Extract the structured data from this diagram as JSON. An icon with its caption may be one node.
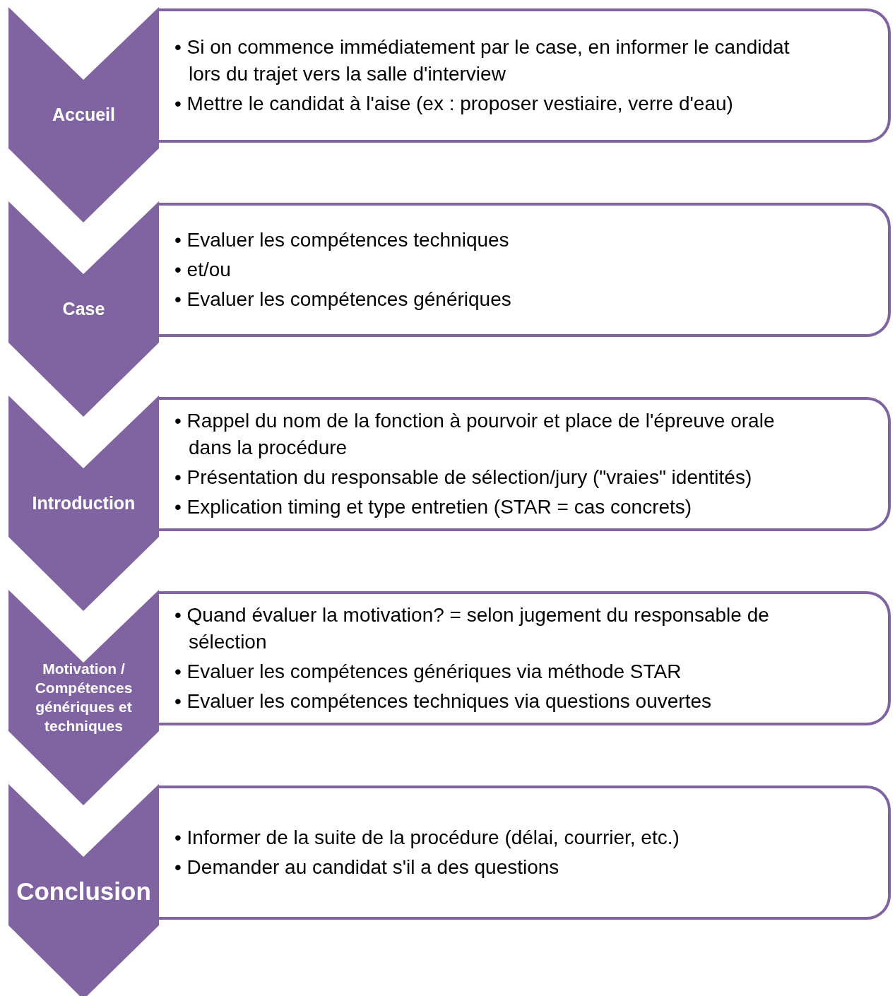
{
  "diagram": {
    "nodes": [
      {
        "text": [
          "Accueil"
        ]
      },
      {
        "text": [
          "• Si on commence immédiatement par le case, en informer le candidat lors du trajet vers la salle d'interview",
          "• Mettre le candidat à l'aise (ex : proposer vestiaire, verre d'eau)"
        ]
      },
      {
        "text": [
          "Case"
        ]
      },
      {
        "text": [
          "• Evaluer les compétences techniques",
          "• et/ou",
          "• Evaluer les compétences génériques"
        ]
      },
      {
        "text": [
          "Introduction"
        ]
      },
      {
        "text": [
          "• Rappel du nom de la fonction à pourvoir et place de l'épreuve orale dans la procédure",
          "• Présentation du responsable de sélection/jury (\"vraies\" identités)",
          "• Explication timing et type entretien (STAR = cas concrets)"
        ]
      },
      {
        "text": [
          "Motivation / Compétences génériques et techniques"
        ]
      },
      {
        "text": [
          "• Quand évaluer la motivation? = selon jugement du responsable de sélection",
          "• Evaluer les compétences génériques via méthode STAR",
          "• Evaluer les compétences techniques via questions ouvertes"
        ]
      },
      {
        "text": [
          "Conclusion"
        ]
      },
      {
        "text": [
          "• Informer de la suite de la procédure (délai, courrier, etc.)",
          "• Demander au candidat s'il a des questions"
        ]
      }
    ]
  }
}
